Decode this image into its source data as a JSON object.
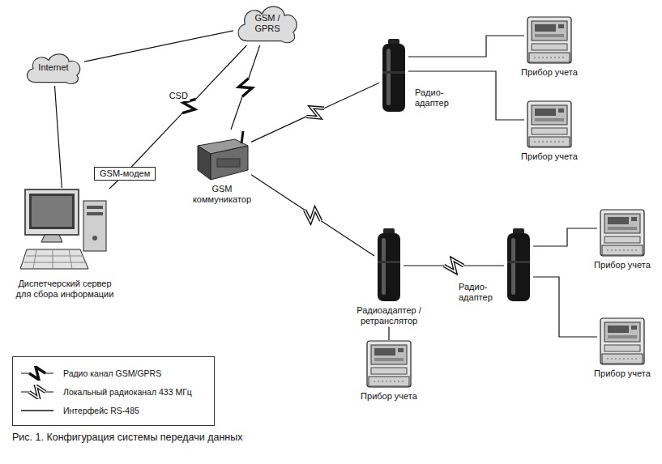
{
  "diagram": {
    "caption": "Рис. 1. Конфигурация системы передачи данных",
    "nodes": [
      {
        "text": [
          "GSM / GPRS"
        ]
      },
      {
        "text": [
          "Internet"
        ]
      },
      {
        "text": [
          "GSM-модем"
        ]
      },
      {
        "text": [
          "Диспетчерский сервер для сбора информации"
        ]
      },
      {
        "text": [
          "GSM коммуникатор"
        ]
      },
      {
        "text": [
          "Радио-адаптер"
        ]
      },
      {
        "text": [
          "Прибор учета"
        ]
      },
      {
        "text": [
          "Прибор учета"
        ]
      },
      {
        "text": [
          "Радиоадаптер / ретранслятор"
        ]
      },
      {
        "text": [
          "Прибор учета"
        ]
      },
      {
        "text": [
          "Радио-адаптер"
        ]
      },
      {
        "text": [
          "Прибор учета"
        ]
      },
      {
        "text": [
          "Прибор учета"
        ]
      }
    ],
    "edges": [
      {
        "from": 3,
        "to": 1,
        "arrow": "none"
      },
      {
        "from": 1,
        "to": 0,
        "arrow": "none"
      },
      {
        "from": 0,
        "to": 2,
        "arrow": "none",
        "label": "CSD"
      },
      {
        "from": 2,
        "to": 3,
        "arrow": "none"
      },
      {
        "from": 0,
        "to": 4,
        "arrow": "none"
      },
      {
        "from": 4,
        "to": 5,
        "arrow": "none"
      },
      {
        "from": 5,
        "to": 6,
        "arrow": "none"
      },
      {
        "from": 5,
        "to": 7,
        "arrow": "none"
      },
      {
        "from": 4,
        "to": 8,
        "arrow": "none"
      },
      {
        "from": 8,
        "to": 9,
        "arrow": "none"
      },
      {
        "from": 8,
        "to": 10,
        "arrow": "none"
      },
      {
        "from": 10,
        "to": 11,
        "arrow": "none"
      },
      {
        "from": 10,
        "to": 12,
        "arrow": "none"
      }
    ],
    "legend": [
      {
        "text": "Радио канал GSM/GPRS"
      },
      {
        "text": "Локальный радиоканал 433 МГц"
      },
      {
        "text": "Интерфейс RS-485"
      }
    ]
  }
}
